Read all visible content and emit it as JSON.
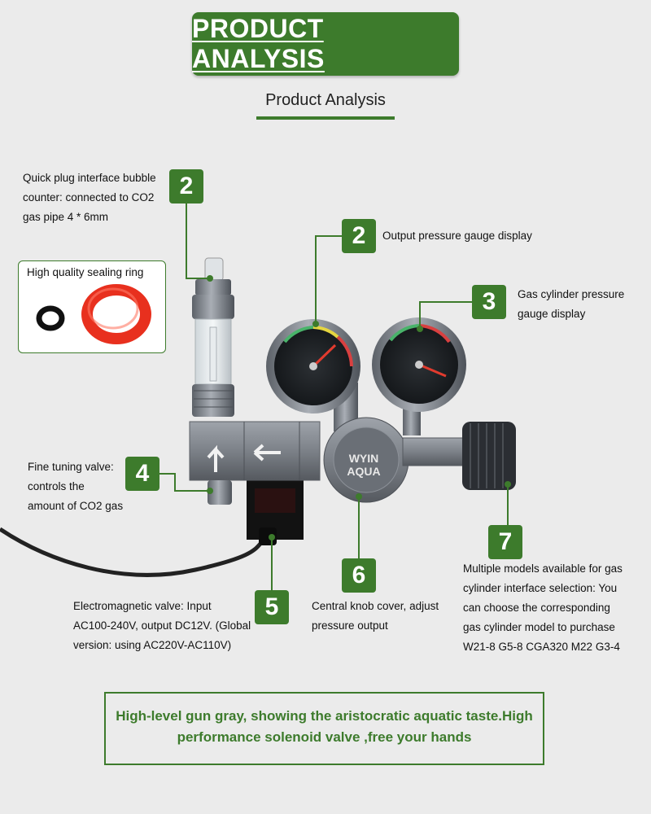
{
  "header": {
    "banner_title": "PRODUCT ANALYSIS",
    "subtitle": "Product Analysis"
  },
  "seal": {
    "title": "High quality sealing ring"
  },
  "callouts": [
    {
      "number": "2",
      "lines": [
        "Quick plug interface bubble",
        "counter: connected to CO2",
        "gas pipe 4 * 6mm"
      ]
    },
    {
      "number": "2",
      "lines": [
        "Output pressure gauge display"
      ]
    },
    {
      "number": "3",
      "lines": [
        "Gas cylinder pressure",
        "gauge display"
      ]
    },
    {
      "number": "4",
      "lines": [
        "Fine tuning valve:",
        "controls the",
        "amount of CO2 gas"
      ]
    },
    {
      "number": "5",
      "lines": [
        "Electromagnetic valve: Input",
        "AC100-240V, output DC12V. (Global",
        "version: using AC220V-AC110V)"
      ]
    },
    {
      "number": "6",
      "lines": [
        "Central knob cover, adjust",
        "pressure output"
      ]
    },
    {
      "number": "7",
      "lines": [
        "Multiple models available for gas",
        "cylinder interface selection: You",
        "can choose the corresponding",
        "gas cylinder model to purchase",
        "W21-8 G5-8 CGA320 M22 G3-4"
      ]
    }
  ],
  "product": {
    "brand_top": "WYIN",
    "brand_bottom": "AQUA"
  },
  "footer": {
    "line1": "High-level gun gray, showing the aristocratic aquatic taste.High",
    "line2": "performance solenoid valve ,free your hands"
  },
  "colors": {
    "accent_green": "#3d7b2c",
    "background": "#ebebeb",
    "seal_ring": "#e8301e"
  }
}
